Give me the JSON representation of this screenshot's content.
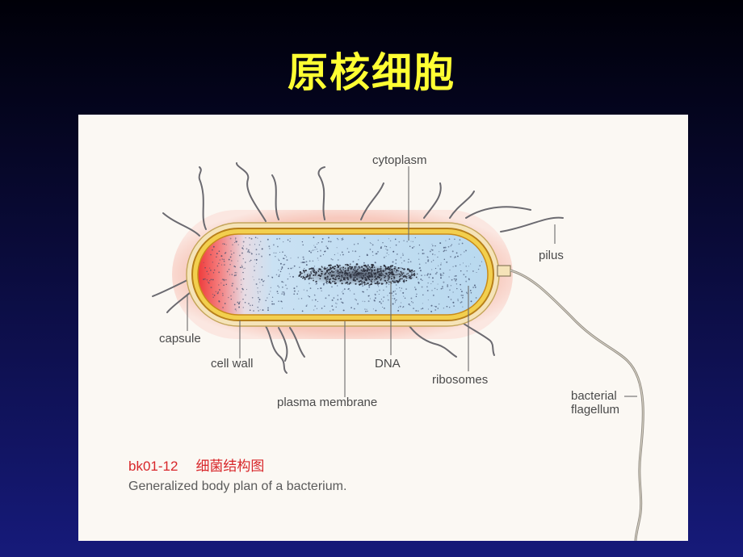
{
  "slide": {
    "title": "原核细胞"
  },
  "figure": {
    "labels": {
      "cytoplasm": "cytoplasm",
      "pilus": "pilus",
      "capsule": "capsule",
      "cell_wall": "cell wall",
      "dna": "DNA",
      "ribosomes": "ribosomes",
      "plasma_membrane": "plasma membrane",
      "flagellum_line1": "bacterial",
      "flagellum_line2": "flagellum"
    },
    "caption": {
      "id": "bk01-12",
      "title_cn": "细菌结构图",
      "description": "Generalized body plan of a bacterium."
    }
  },
  "colors": {
    "title": "#ffff33",
    "caption_id": "#d8262a",
    "capsule_halo": "#f7d3c9",
    "cell_wall": "#f2cf4e",
    "membrane": "#c98a18",
    "cytoplasm": "#b9d9ef"
  }
}
